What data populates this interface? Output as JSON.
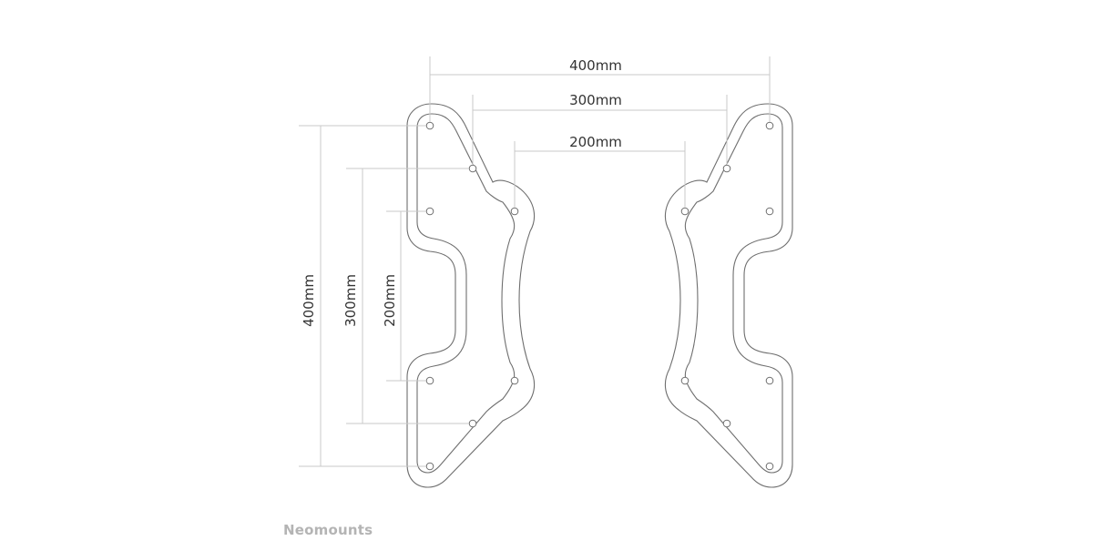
{
  "diagram": {
    "horizontal_dimensions": [
      {
        "id": "h400",
        "label": "400mm"
      },
      {
        "id": "h300",
        "label": "300mm"
      },
      {
        "id": "h200",
        "label": "200mm"
      }
    ],
    "vertical_dimensions": [
      {
        "id": "v400",
        "label": "400mm"
      },
      {
        "id": "v300",
        "label": "300mm"
      },
      {
        "id": "v200",
        "label": "200mm"
      }
    ],
    "colors": {
      "outline": "#6e6e6e",
      "dimension_line": "#c8c8c8",
      "text": "#333333",
      "brand": "#b4b4b4"
    }
  },
  "brand": {
    "name": "Neomounts"
  }
}
